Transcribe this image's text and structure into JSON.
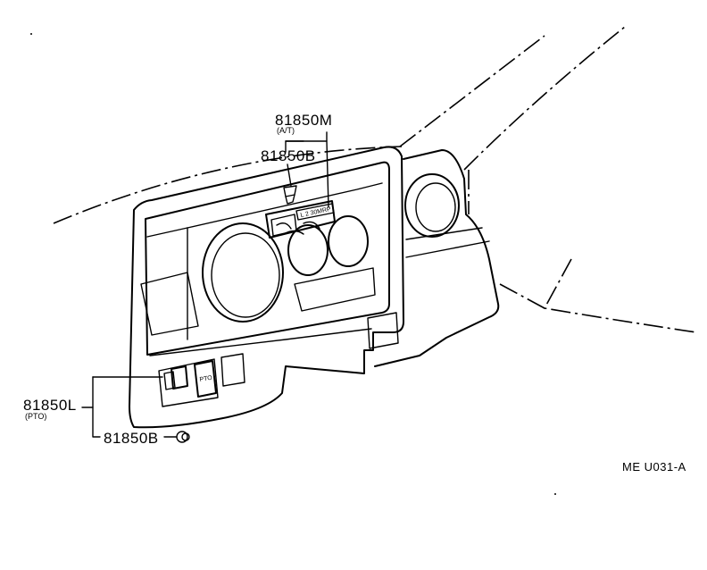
{
  "callouts": {
    "part_m": {
      "number": "81850M",
      "note": "(A/T)"
    },
    "part_b_top": {
      "number": "81850B"
    },
    "part_l": {
      "number": "81850L",
      "note": "(PTO)"
    },
    "part_b_bottom": {
      "number": "81850B"
    }
  },
  "panel_markings": {
    "indicator_text": "L 2 30MRP",
    "pto_switch_text": "PTO"
  },
  "diagram_code": "ME U031-A"
}
